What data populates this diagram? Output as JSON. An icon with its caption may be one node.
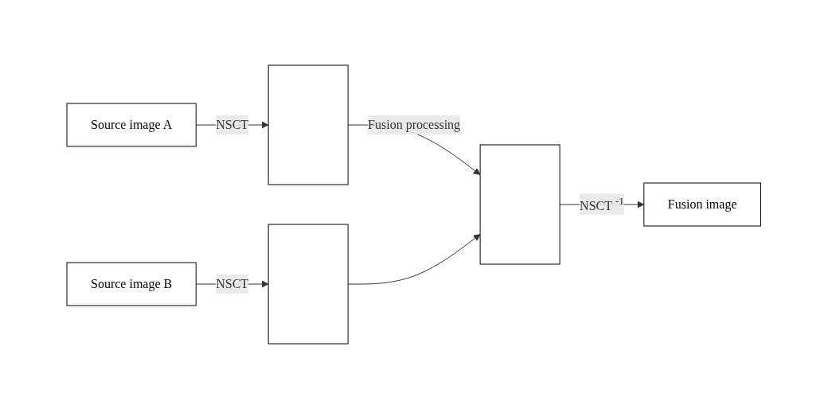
{
  "diagram": {
    "nodes": [
      {
        "text": [
          "Source image A"
        ]
      },
      {
        "text": [],
        "shape": "box"
      },
      {
        "text": [
          "Source image B"
        ]
      },
      {
        "text": [],
        "shape": "box"
      },
      {
        "text": [],
        "shape": "box"
      },
      {
        "text": [
          "Fusion image"
        ]
      }
    ],
    "edges": [
      {
        "from": 0,
        "to": 1,
        "arrow": "to",
        "label": "NSCT"
      },
      {
        "from": 2,
        "to": 3,
        "arrow": "to",
        "label": "NSCT"
      },
      {
        "from": 1,
        "to": 4,
        "arrow": "to",
        "label": "Fusion processing"
      },
      {
        "from": 3,
        "to": 4,
        "arrow": "to"
      },
      {
        "from": 4,
        "to": 5,
        "arrow": "to",
        "label": "NSCT $^{-1}$"
      }
    ]
  }
}
